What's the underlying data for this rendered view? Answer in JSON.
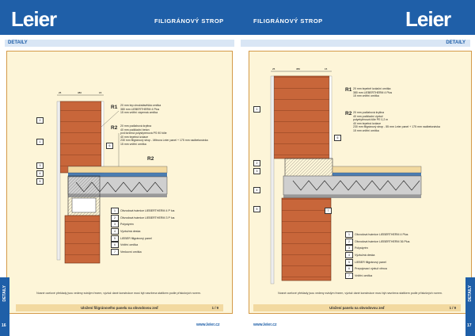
{
  "colors": {
    "brand_blue": "#1f5fa8",
    "brick": "#c8663a",
    "panel": "#f2d9a0",
    "frame": "#fdf5d8"
  },
  "left": {
    "logo": "Leier",
    "header_title": "FILIGRÁNOVÝ STROP",
    "band": "DETAILY",
    "R1_tag": "R1",
    "R1_lines": [
      "20 mm   tep.vlnožatávěšká omítka",
      "380 mm   LIEBERTHERM 4 Plus",
      "15 mm   vnitřní vápenná omítka"
    ],
    "R2_tag": "R2",
    "R2_lines": [
      "20 mm   podlahová krytina",
      "40 mm   podkladní beton",
      "         pvd.tvrzená polystyrenová PS 90 fólie",
      "40 mm   tepelná izolace",
      "230 mm   filigránový strop - Mitrova Leier panel + 175 mm nadbetonávka",
      "15 mm   vnitřní omítka"
    ],
    "R2b_tag": "R2",
    "legend": [
      {
        "n": "1",
        "t": "Obvodová tvárnice LIEBERTHERM 4 P lus"
      },
      {
        "n": "2",
        "t": "Obvodová tvárnice LIEBERTHERM 3 P lus"
      },
      {
        "n": "3",
        "t": "Polystyrén"
      },
      {
        "n": "4",
        "t": "Výztužná deska"
      },
      {
        "n": "5",
        "t": "LIEBER filigránový panel"
      },
      {
        "n": "6",
        "t": "Vnitřní omítka"
      },
      {
        "n": "7",
        "t": "Venkovní omítka"
      }
    ],
    "footnote": "Nosné ocelové překlady jsou vedeny svislým řezem, výztuž dané konstrukce musí být navržena statikem podle příslušných norem.",
    "caption": "Uložení filigránového panelu na obvodovou zeď",
    "caption_page": "1 / 9",
    "url": "www.leier.cz",
    "side_label": "DETAILY",
    "page_number": "16",
    "dims": [
      "25",
      "380",
      "15"
    ]
  },
  "right": {
    "logo": "Leier",
    "header_title": "FILIGRÁNOVÝ STROP",
    "band": "DETAILY",
    "R1_tag": "R1",
    "R1_lines": [
      "20 mm   tepelně izolační omítka",
      "380 mm   LIEBERTHERM 4 Plus",
      "15 mm   vnitřní omítka"
    ],
    "R2_tag": "R2",
    "R2_lines": [
      "20 mm   podlahová krytina",
      "40 mm   podkladní výztuž",
      "         polyetylénová fólie PE 0,2 m",
      "40 mm   tepelná izolace",
      "230 mm   filigránový strop - 55 mm Leier panel + 175 mm nadbetonávka",
      "15 mm   vnitřní omítka"
    ],
    "legend": [
      {
        "n": "1",
        "t": "Obvodová tvárnice LIEBERTHERM 4 Plus"
      },
      {
        "n": "2",
        "t": "Obvodová tvárnice LIEBERTHERM 36 Plus"
      },
      {
        "n": "3",
        "t": "Polystyrén"
      },
      {
        "n": "4",
        "t": "Výztužná deska"
      },
      {
        "n": "5",
        "t": "LIEBER filigránový panel"
      },
      {
        "n": "6",
        "t": "Prepojovací výztuž věnca"
      },
      {
        "n": "7",
        "t": "Vnitřní omítka"
      }
    ],
    "footnote": "Nosné ocelové překlady jsou vedeny svislým řezem, výztuž dané konstrukce musí být navržena statikem podle příslušných norem.",
    "caption": "Uložení panelu na obvodovou zeď",
    "caption_page": "1 / 9",
    "url": "www.leier.cz",
    "side_label": "DETAILY",
    "page_number": "17",
    "dims": [
      "25",
      "380",
      "15"
    ]
  }
}
